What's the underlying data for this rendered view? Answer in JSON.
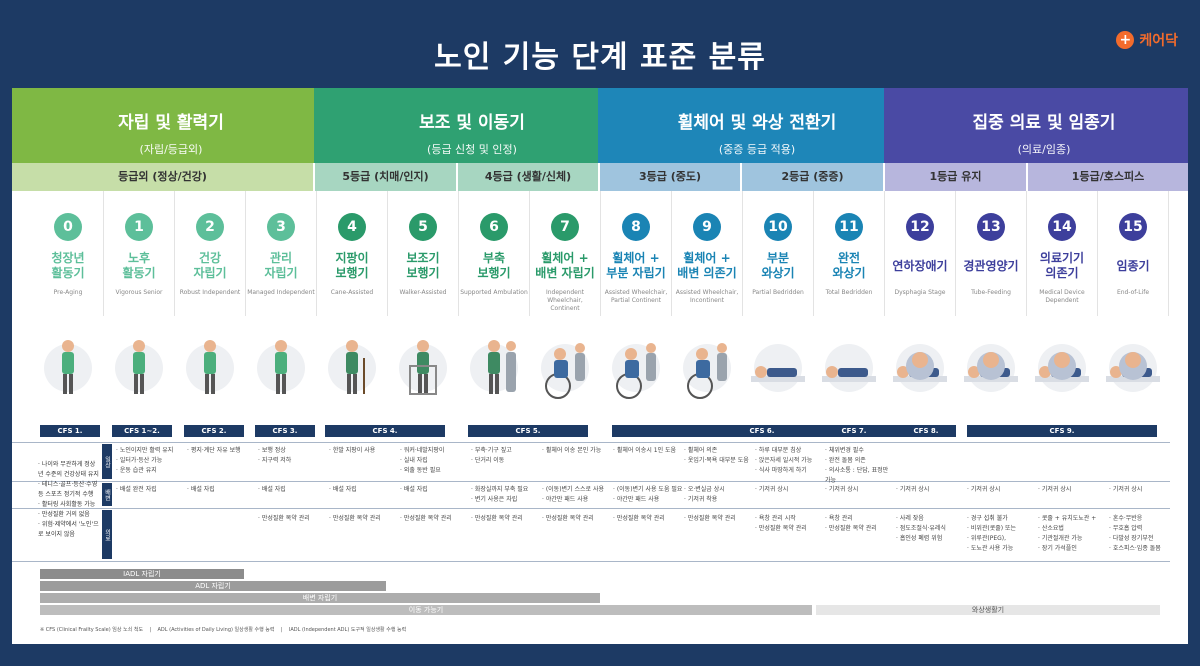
{
  "header": {
    "title": "노인 기능 단계 표준 분류",
    "brand": "케어닥",
    "brand_icon": "plus-circle-icon"
  },
  "phases": [
    {
      "title": "자립 및 활력기",
      "sub": "(자립/등급외)",
      "color": "#7fb844"
    },
    {
      "title": "보조 및 이동기",
      "sub": "(등급 신청 및 인정)",
      "color": "#2fa172"
    },
    {
      "title": "휠체어 및 와상 전환기",
      "sub": "(중증 등급 적용)",
      "color": "#1e86b8"
    },
    {
      "title": "집중 의료 및 임종기",
      "sub": "(의료/임종)",
      "color": "#4a4aa4"
    }
  ],
  "grades": [
    {
      "label": "등급외 (정상/건강)",
      "color": "#c6dea8"
    },
    {
      "label": "5등급 (치매/인지)",
      "color": "#a7d6c1"
    },
    {
      "label": "4등급 (생활/신체)",
      "color": "#a7d6c1"
    },
    {
      "label": "3등급 (중도)",
      "color": "#9fc4de"
    },
    {
      "label": "2등급 (중증)",
      "color": "#9fc4de"
    },
    {
      "label": "1등급 유지",
      "color": "#b7b6dd"
    },
    {
      "label": "1등급/호스피스",
      "color": "#b7b6dd"
    }
  ],
  "stages": [
    {
      "num": "0",
      "name": "청장년\n활동기",
      "en": "Pre-Aging",
      "color": "#5dbf9a"
    },
    {
      "num": "1",
      "name": "노후\n활동기",
      "en": "Vigorous Senior",
      "color": "#5dbf9a"
    },
    {
      "num": "2",
      "name": "건강\n자립기",
      "en": "Robust Independent",
      "color": "#5dbf9a"
    },
    {
      "num": "3",
      "name": "관리\n자립기",
      "en": "Managed Independent",
      "color": "#5dbf9a"
    },
    {
      "num": "4",
      "name": "지팡이\n보행기",
      "en": "Cane-Assisted",
      "color": "#2a9a6a"
    },
    {
      "num": "5",
      "name": "보조기\n보행기",
      "en": "Walker-Assisted",
      "color": "#2a9a6a"
    },
    {
      "num": "6",
      "name": "부축\n보행기",
      "en": "Supported Ambulation",
      "color": "#2a9a6a"
    },
    {
      "num": "7",
      "name": "휠체어 +\n배변 자립기",
      "en": "Independent Wheelchair,\nContinent",
      "color": "#2a9a6a"
    },
    {
      "num": "8",
      "name": "휠체어 +\n부분 자립기",
      "en": "Assisted Wheelchair,\nPartial Continent",
      "color": "#1a84b4"
    },
    {
      "num": "9",
      "name": "휠체어 +\n배변 의존기",
      "en": "Assisted Wheelchair,\nIncontinent",
      "color": "#1a84b4"
    },
    {
      "num": "10",
      "name": "부분\n와상기",
      "en": "Partial Bedridden",
      "color": "#1a84b4"
    },
    {
      "num": "11",
      "name": "완전\n와상기",
      "en": "Total Bedridden",
      "color": "#1a84b4"
    },
    {
      "num": "12",
      "name": "연하장애기",
      "en": "Dysphagia Stage",
      "color": "#3d3f9c"
    },
    {
      "num": "13",
      "name": "경관영양기",
      "en": "Tube-Feeding",
      "color": "#3d3f9c"
    },
    {
      "num": "14",
      "name": "의료기기\n의존기",
      "en": "Medical Device\nDependent",
      "color": "#3d3f9c"
    },
    {
      "num": "15",
      "name": "임종기",
      "en": "End-of-Life",
      "color": "#3d3f9c"
    }
  ],
  "cfs": [
    "CFS 1.",
    "CFS 1~2.",
    "CFS 2.",
    "CFS 3.",
    "CFS 4.",
    "CFS 5.",
    "CFS 6.",
    "CFS 7.",
    "CFS 8.",
    "CFS 9."
  ],
  "row_tags": [
    "일상",
    "배변",
    "의료"
  ],
  "left_text": "· 나이와 무관하게 정상년 수준의 건강상태 유지\n· 테니스·골프·등산·수영 등 스포츠 정기적 수행\n· 활터링 사회활동 가능\n· 만성질환 거의 없음\n· 위험·제약에서 '노인'으로 보이지 않음",
  "row1": [
    "· 노인이지만 활력 유지\n· 일터가·등산 가능\n· 운동 습관 유지",
    "· 평지·계단 자유 보행",
    "· 보행 정상\n· 지구력 저하",
    "· 한발 지팡이 사용",
    "· 워커·네발지팡이\n· 실내 자립\n· 외출 동반 필요",
    "· 부축·기구 짚고\n· 단거리 이동",
    "· 휠체어 이송 본인 가능",
    "· 휠체어 이송시 1인 도움",
    "· 휠체어 의존\n· 옷입기·목욕 대부분 도움",
    "· 하루 대부분 침상\n· 앉은자세 일시적 가능\n· 식사 마땅하게 하기",
    "· 체위변경 필수\n· 완전 돌봄 의존\n· 의사소통 : 단답, 표정만 가능",
    "",
    "",
    ""
  ],
  "row2": [
    "· 배설 완전 자립",
    "· 배설 자립",
    "· 배설 자립",
    "· 배설 자립",
    "· 배설 자립",
    "· 화장실까지 부축 필요\n· 변기 사용은 자립",
    "· (이동)변기 스스로 사용\n· 야간만 패드 사용",
    "· (이동)변기 사용 도움 필요\n· 야간만 패드 사용",
    "· 오·변실금 상시\n· 기저귀 착용",
    "· 기저귀 상시",
    "· 기저귀 상시",
    "· 기저귀 상시",
    "· 기저귀 상시",
    "· 기저귀 상시",
    "· 기저귀 상시"
  ],
  "row3": [
    "· 만성질환 복약 관리",
    "· 만성질환 복약 관리",
    "· 만성질환 복약 관리",
    "· 만성질환 복약 관리",
    "· 만성질환 복약 관리",
    "· 만성질환 복약 관리",
    "· 만성질환 복약 관리",
    "· 욕창 관리 시작\n· 만성질환 복약 관리",
    "· 욕창 관리\n· 만성질환 복약 관리",
    "· 사레 잦음\n· 점도조절식·유레식\n· 흡인성 폐렴 위험",
    "· 경구 섭취 불가\n· 비위관(콧줄) 또는\n· 위루관(PEG),\n· 도뇨관 사용 가능",
    "· 콧줄 + 유치도뇨관 +\n· 산소요법\n· 기관절개관 가능\n· 장기 가석플인",
    "· 혼수·무반응\n· 무호흡 압력\n· 다발성 장기부전\n· 호스피스·임종 돌봄"
  ],
  "bars": [
    {
      "label": "IADL 자립기",
      "color": "#8c8c8c"
    },
    {
      "label": "ADL 자립기",
      "color": "#9c9c9c"
    },
    {
      "label": "배변 자립기",
      "color": "#adadad"
    },
    {
      "label": "이동 가능기",
      "color": "#bdbdbd"
    },
    {
      "label": "와상생활기",
      "color": "#bdbdbd"
    }
  ],
  "footnote": "※ CFS (Clinical Frailty Scale) 임상 노쇠 척도    |    ADL (Activities of Daily Living) 일상생활 수행 능력    |    IADL (Independent ADL) 도구적 일상생활 수행 능력"
}
